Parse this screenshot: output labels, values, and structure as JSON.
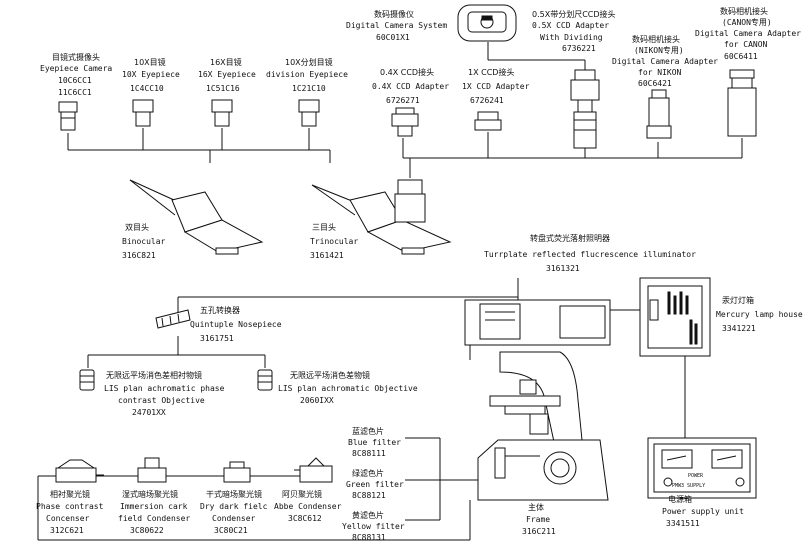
{
  "labels": {
    "digital_camera": {
      "cn": "数码摄像仪",
      "en": "Digital Camera System",
      "code": "60C01X1"
    },
    "ccd05": {
      "cn": "0.5X带分划尺CCD接头",
      "en": "0.5X CCD Adapter",
      "en2": "With Dividing",
      "code": "6736221"
    },
    "canon": {
      "cn": "数码相机接头",
      "en0": "(CANON专用)",
      "en": "Digital Camera Adapter",
      "en2": "for CANON",
      "code": "60C6411"
    },
    "nikon": {
      "cn": "数码相机接头",
      "en0": "(NIKON专用)",
      "en": "Digital Camera Adapter",
      "en2": "for NIKON",
      "code": "60C6421"
    },
    "ccd04": {
      "cn": "0.4X CCD接头",
      "en": "0.4X CCD Adapter",
      "code": "6726271"
    },
    "ccd1": {
      "cn": "1X CCD接头",
      "en": "1X CCD Adapter",
      "code": "6726241"
    },
    "eyepiece_cam": {
      "cn": "目镜式摄像头",
      "en": "Eyepiece Camera",
      "code1": "10C6CC1",
      "code2": "11C6CC1"
    },
    "ep10": {
      "cn": "10X目镜",
      "en": "10X Eyepiece",
      "code": "1C4CC10"
    },
    "ep16": {
      "cn": "16X目镜",
      "en": "16X Eyepiece",
      "code": "1C51C16"
    },
    "ep10div": {
      "cn": "10X分划目镜",
      "en": "division Eyepiece",
      "code": "1C21C10"
    },
    "binocular": {
      "cn": "双目头",
      "en": "Binocular",
      "code": "316C821"
    },
    "trinocular": {
      "cn": "三目头",
      "en": "Trinocular",
      "code": "3161421"
    },
    "illuminator": {
      "cn": "转盘式荧光落射照明器",
      "en": "Turrplate reflected flucrescence illuminator",
      "code": "3161321"
    },
    "mercury": {
      "cn": "汞灯灯箱",
      "en": "Mercury lamp house",
      "code": "3341221"
    },
    "nosepiece": {
      "cn": "五孔转换器",
      "en": "Quintuple Nosepiece",
      "code": "3161751"
    },
    "phase_obj": {
      "cn": "无限远平场消色差相衬物镜",
      "en": "LIS plan achromatic phase",
      "en2": "contrast Objective",
      "code": "24701XX"
    },
    "plan_obj": {
      "cn": "无限远平场消色差物镜",
      "en": "LIS plan achromatic Objective",
      "code": "2060IXX"
    },
    "blue": {
      "cn": "蓝滤色片",
      "en": "Blue filter",
      "code": "8C88111"
    },
    "green": {
      "cn": "绿滤色片",
      "en": "Green filter",
      "code": "8C88121"
    },
    "yellow": {
      "cn": "黄滤色片",
      "en": "Yellow filter",
      "code": "8C88131"
    },
    "frame": {
      "cn": "主体",
      "en": "Frame",
      "code": "316C211"
    },
    "power": {
      "cn": "电源箱",
      "en": "Power supply unit",
      "code": "3341511"
    },
    "phase_cond": {
      "cn": "相衬聚光镜",
      "en": "Phase contrast",
      "en2": "Concenser",
      "code": "312C621"
    },
    "immersion": {
      "cn": "湿式暗场聚光镜",
      "en": "Immersion cark",
      "en2": "field Condenser",
      "code": "3C80622"
    },
    "dry": {
      "cn": "干式暗场聚光镜",
      "en": "Dry dark fielc",
      "en2": "Condenser",
      "code": "3C80C21"
    },
    "abbe": {
      "cn": "阿贝聚光镜",
      "en": "Abbe Condenser",
      "code": "3C8C612"
    }
  },
  "power_display": {
    "line1": "PMW3 SUPPLY",
    "line2": "POWER"
  }
}
